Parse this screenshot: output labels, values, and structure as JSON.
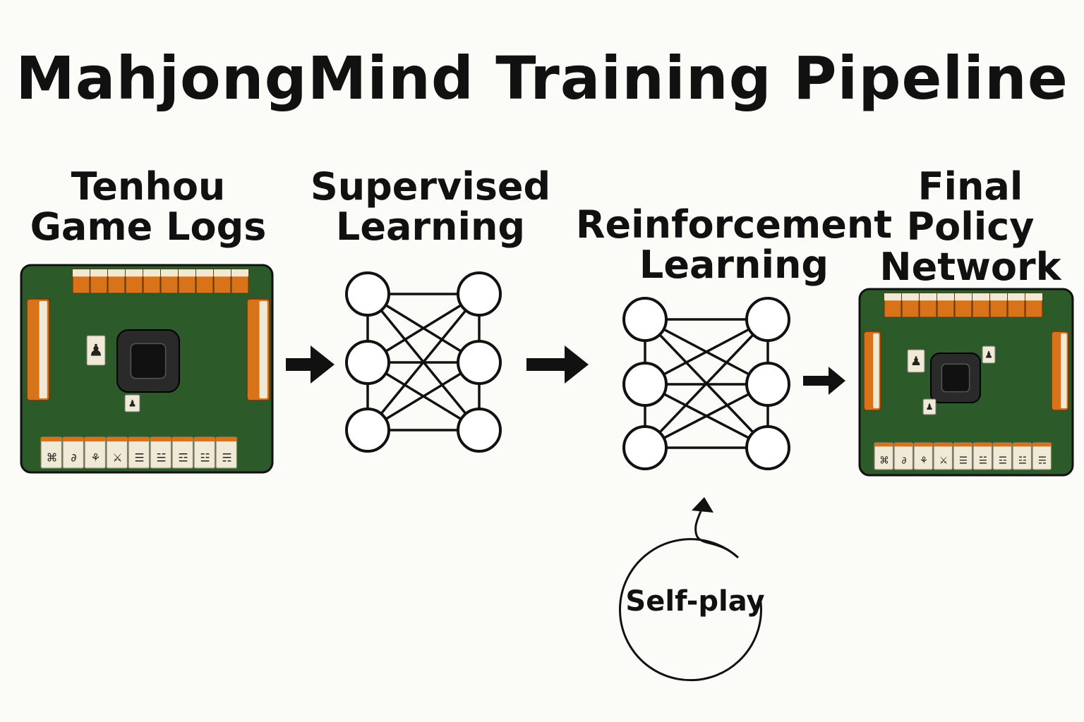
{
  "title": "MahjongMind Training Pipeline",
  "stages": [
    {
      "lines": [
        "Tenhou",
        "Game Logs"
      ]
    },
    {
      "lines": [
        "Supervised",
        "Learning"
      ]
    },
    {
      "lines": [
        "Reinforcement",
        "Learning"
      ]
    },
    {
      "lines": [
        "Final",
        "Policy",
        "Network"
      ]
    }
  ],
  "self_play_label": "Self-play",
  "colors": {
    "felt": "#2c5a28",
    "tile_orange": "#d9731a",
    "tile_face": "#efe9d6",
    "center_box": "#1b1b1b",
    "ink": "#111111"
  }
}
